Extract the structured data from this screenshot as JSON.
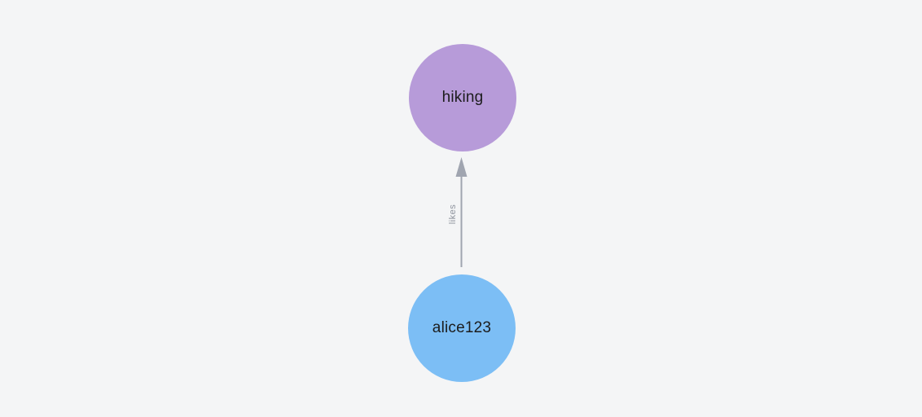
{
  "graph": {
    "nodes": [
      {
        "id": "hiking",
        "label": "hiking"
      },
      {
        "id": "alice123",
        "label": "alice123"
      }
    ],
    "edge": {
      "label": "likes",
      "from": "alice123",
      "to": "hiking",
      "direction": "up"
    }
  },
  "colors": {
    "canvas-bg": "#f4f5f6",
    "node-hiking-bg": "#b79bd9",
    "node-alice-bg": "#7cbef5",
    "node-label-color": "#1c1c1c",
    "edge-color": "#a0a5b0",
    "edge-label-color": "#8d929c"
  }
}
